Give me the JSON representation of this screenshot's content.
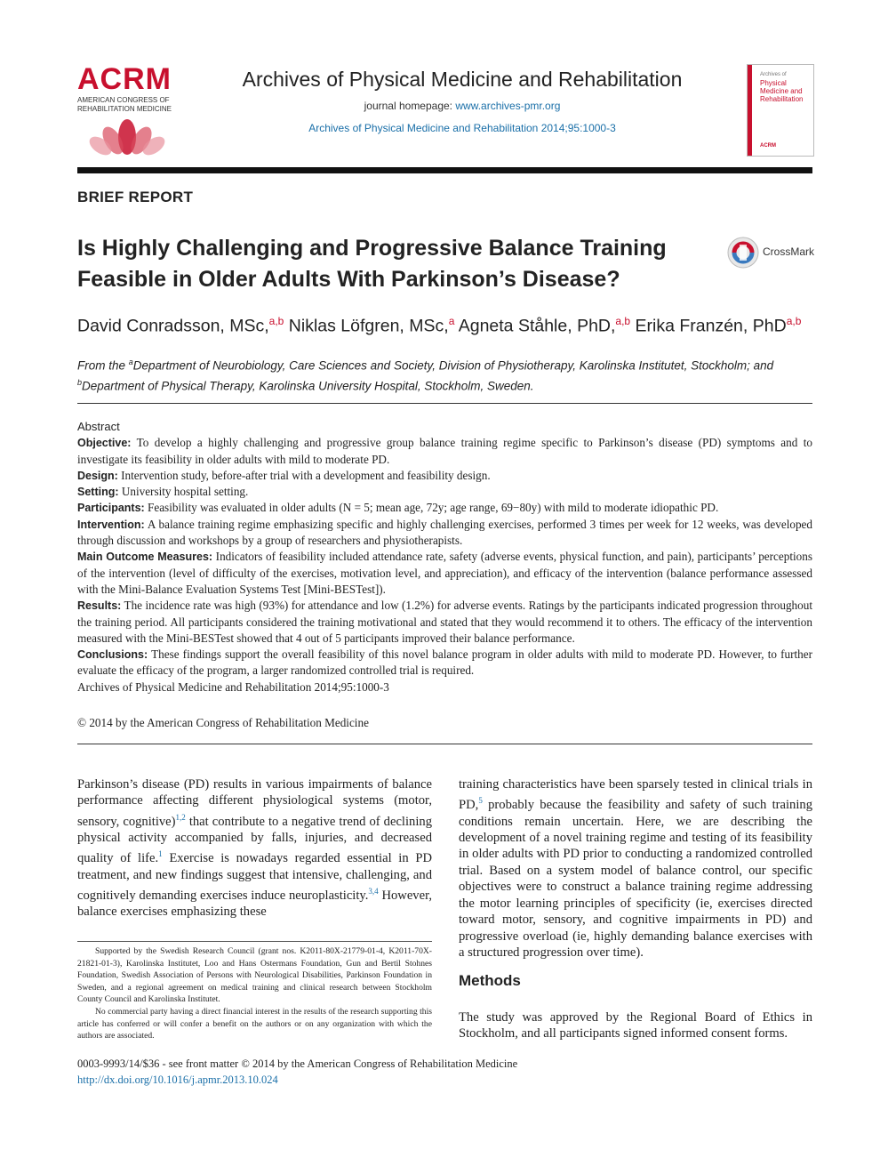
{
  "header": {
    "logo_text": "ACRM",
    "logo_subtext": "AMERICAN CONGRESS OF REHABILITATION MEDICINE",
    "journal_title": "Archives of Physical Medicine and Rehabilitation",
    "homepage_label": "journal homepage: ",
    "homepage_url": "www.archives-pmr.org",
    "citation": "Archives of Physical Medicine and Rehabilitation 2014;95:1000-3",
    "cover_line1": "Archives of",
    "cover_line2": "Physical Medicine and Rehabilitation",
    "cover_logo": "ACRM"
  },
  "article": {
    "type": "BRIEF REPORT",
    "title": "Is Highly Challenging and Progressive Balance Training Feasible in Older Adults With Parkinson’s Disease?",
    "crossmark_label": "CrossMark",
    "authors": [
      {
        "name": "David Conradsson, MSc,",
        "aff": "a,b"
      },
      {
        "name": " Niklas Löfgren, MSc,",
        "aff": "a"
      },
      {
        "name": " Agneta Ståhle, PhD,",
        "aff": "a,b"
      },
      {
        "name": " Erika Franzén, PhD",
        "aff": "a,b"
      }
    ],
    "affiliation_prefix": "From the ",
    "affiliation_a_mark": "a",
    "affiliation_a": "Department of Neurobiology, Care Sciences and Society, Division of Physiotherapy, Karolinska Institutet, Stockholm; and",
    "affiliation_b_mark": "b",
    "affiliation_b": "Department of Physical Therapy, Karolinska University Hospital, Stockholm, Sweden."
  },
  "abstract": {
    "heading": "Abstract",
    "sections": [
      {
        "label": "Objective:",
        "text": " To develop a highly challenging and progressive group balance training regime specific to Parkinson’s disease (PD) symptoms and to investigate its feasibility in older adults with mild to moderate PD."
      },
      {
        "label": "Design:",
        "text": " Intervention study, before-after trial with a development and feasibility design."
      },
      {
        "label": "Setting:",
        "text": " University hospital setting."
      },
      {
        "label": "Participants:",
        "text": " Feasibility was evaluated in older adults (N = 5; mean age, 72y; age range, 69−80y) with mild to moderate idiopathic PD."
      },
      {
        "label": "Intervention:",
        "text": " A balance training regime emphasizing specific and highly challenging exercises, performed 3 times per week for 12 weeks, was developed through discussion and workshops by a group of researchers and physiotherapists."
      },
      {
        "label": "Main Outcome Measures:",
        "text": " Indicators of feasibility included attendance rate, safety (adverse events, physical function, and pain), participants’ perceptions of the intervention (level of difficulty of the exercises, motivation level, and appreciation), and efficacy of the intervention (balance performance assessed with the Mini-Balance Evaluation Systems Test [Mini-BESTest])."
      },
      {
        "label": "Results:",
        "text": " The incidence rate was high (93%) for attendance and low (1.2%) for adverse events. Ratings by the participants indicated progression throughout the training period. All participants considered the training motivational and stated that they would recommend it to others. The efficacy of the intervention measured with the Mini-BESTest showed that 4 out of 5 participants improved their balance performance."
      },
      {
        "label": "Conclusions:",
        "text": " These findings support the overall feasibility of this novel balance program in older adults with mild to moderate PD. However, to further evaluate the efficacy of the program, a larger randomized controlled trial is required."
      }
    ],
    "citation": "Archives of Physical Medicine and Rehabilitation 2014;95:1000-3",
    "copyright": "© 2014 by the American Congress of Rehabilitation Medicine"
  },
  "body": {
    "left": {
      "t1": "Parkinson’s disease (PD) results in various impairments of balance performance affecting different physiological systems (motor, sensory, cognitive)",
      "r1": "1,2",
      "t2": " that contribute to a negative trend of declining physical activity accompanied by falls, injuries, and decreased quality of life.",
      "r2": "1",
      "t3": " Exercise is nowadays regarded essential in PD treatment, and new findings suggest that intensive, challenging, and cognitively demanding exercises induce neuroplasticity.",
      "r3": "3,4",
      "t4": " However, balance exercises emphasizing these"
    },
    "right": {
      "t1": "training characteristics have been sparsely tested in clinical trials in PD,",
      "r1": "5",
      "t2": " probably because the feasibility and safety of such training conditions remain uncertain. Here, we are describing the development of a novel training regime and testing of its feasibility in older adults with PD prior to conducting a randomized controlled trial. Based on a system model of balance control, our specific objectives were to construct a balance training regime addressing the motor learning principles of specificity (ie, exercises directed toward motor, sensory, and cognitive impairments in PD) and progressive overload (ie, highly demanding balance exercises with a structured progression over time)."
    },
    "methods_heading": "Methods",
    "methods_text": "The study was approved by the Regional Board of Ethics in Stockholm, and all participants signed informed consent forms."
  },
  "footnotes": {
    "support": "Supported by the Swedish Research Council (grant nos. K2011-80X-21779-01-4, K2011-70X-21821-01-3), Karolinska Institutet, Loo and Hans Ostermans Foundation, Gun and Bertil Stohnes Foundation, Swedish Association of Persons with Neurological Disabilities, Parkinson Foundation in Sweden, and a regional agreement on medical training and clinical research between Stockholm County Council and Karolinska Institutet.",
    "conflict": "No commercial party having a direct financial interest in the results of the research supporting this article has conferred or will confer a benefit on the authors or on any organization with which the authors are associated."
  },
  "footer": {
    "front_matter": "0003-9993/14/$36 - see front matter © 2014 by the American Congress of Rehabilitation Medicine",
    "doi": "http://dx.doi.org/10.1016/j.apmr.2013.10.024"
  }
}
